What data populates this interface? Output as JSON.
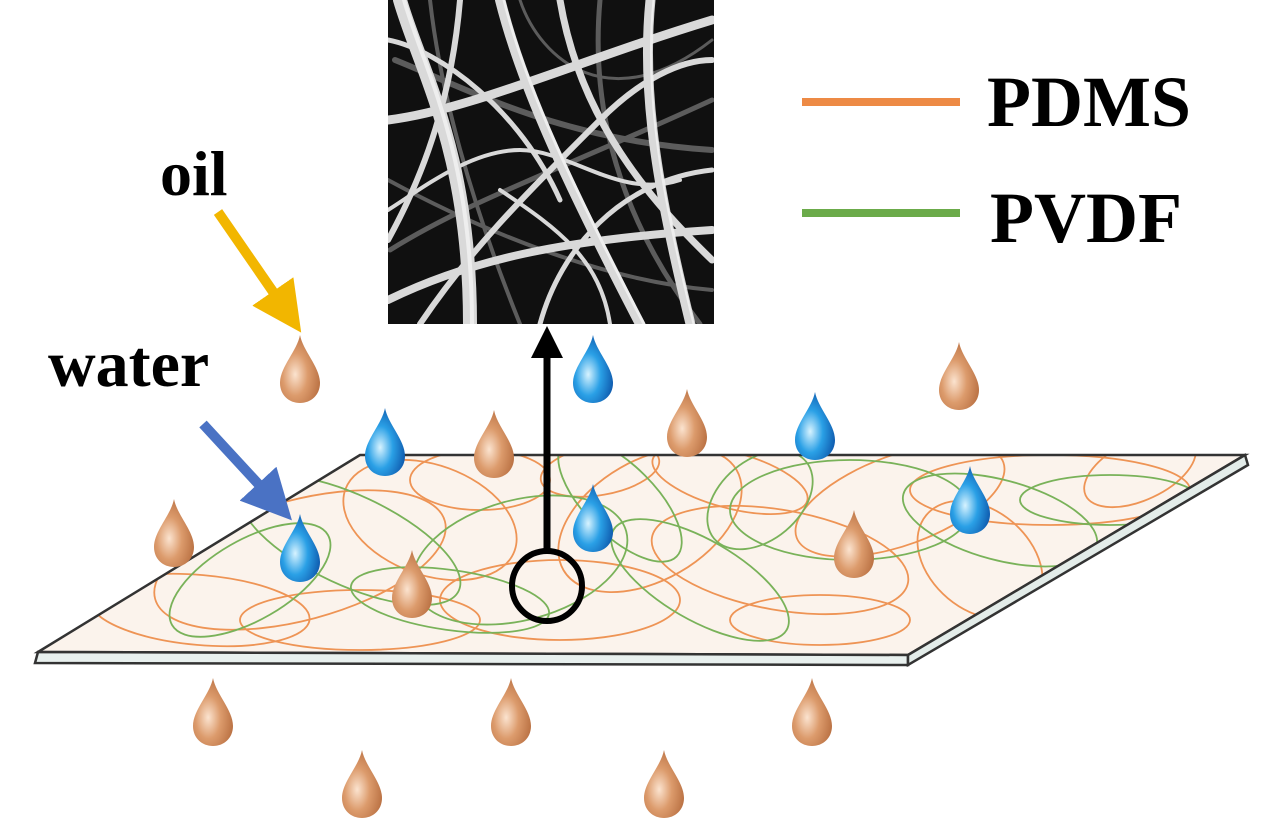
{
  "labels": {
    "oil": "oil",
    "water": "water"
  },
  "legend": [
    {
      "name": "PDMS",
      "color": "#ed8a45"
    },
    {
      "name": "PVDF",
      "color": "#6bab4a"
    }
  ],
  "colors": {
    "oil_drop": "#c8845a",
    "water_drop": "#1e88d8",
    "oil_arrow": "#f2b600",
    "water_arrow": "#4a72c4",
    "membrane_edge": "#333333"
  },
  "icons": {
    "sem_image": "fiber-sem-micrograph",
    "oil_droplet": "oil-droplet-icon",
    "water_droplet": "water-droplet-icon",
    "zoom_marker": "circle-magnifier-marker"
  }
}
